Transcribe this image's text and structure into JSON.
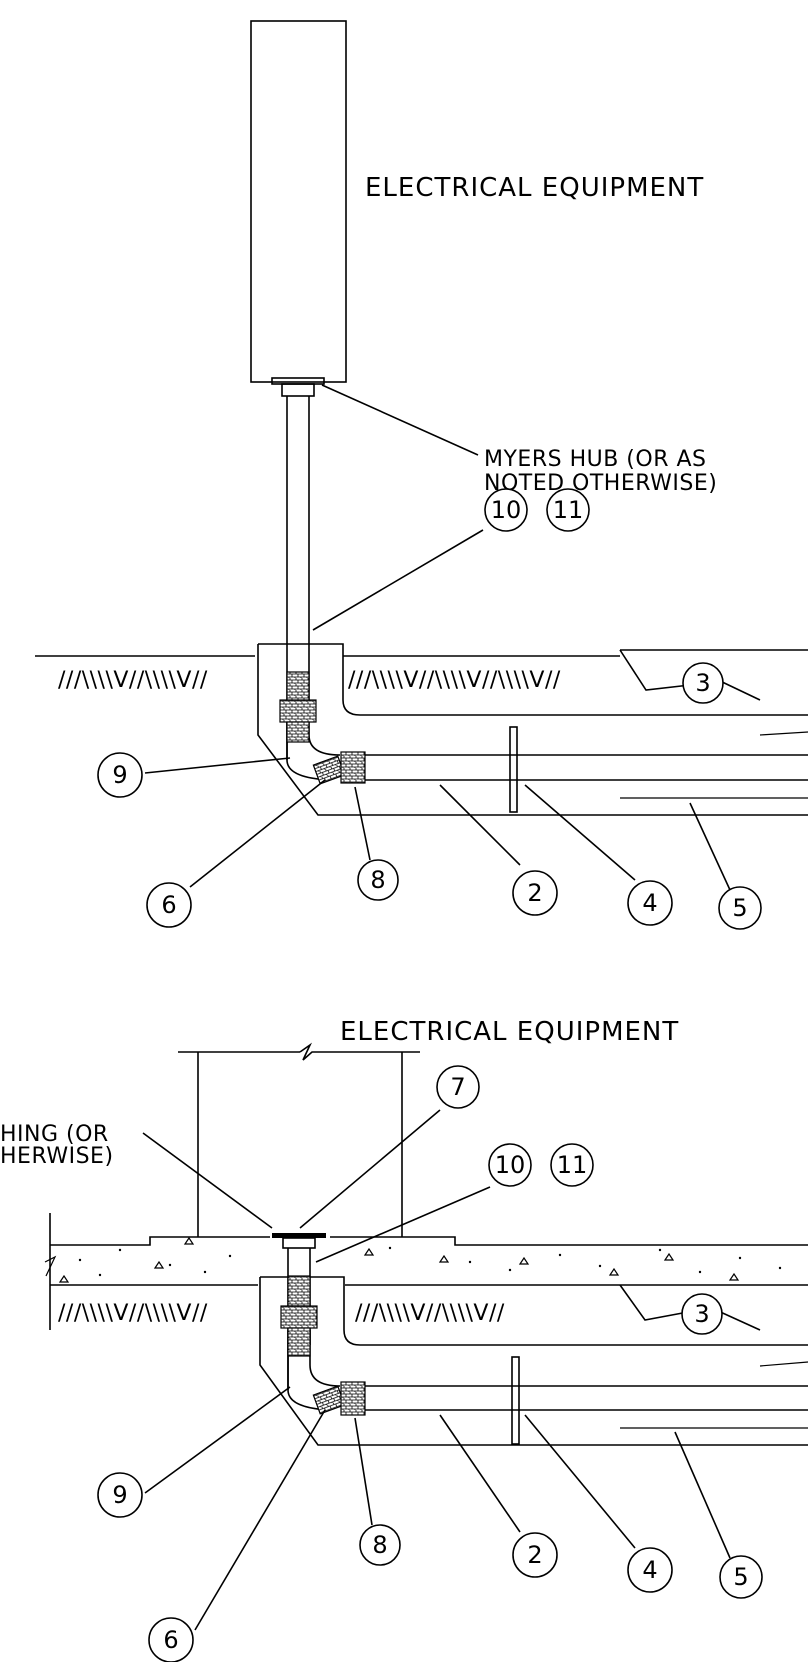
{
  "top": {
    "equipment_label": "ELECTRICAL EQUIPMENT",
    "hub_label_line1": "MYERS HUB (OR AS",
    "hub_label_line2": "NOTED OTHERWISE)"
  },
  "bottom": {
    "equipment_label": "ELECTRICAL EQUIPMENT",
    "bushing_label_line1": "HING (OR",
    "bushing_label_line2": "HERWISE)"
  },
  "callouts": {
    "n2": "2",
    "n3": "3",
    "n4": "4",
    "n5": "5",
    "n6": "6",
    "n7": "7",
    "n8": "8",
    "n9": "9",
    "n10": "10",
    "n11": "11"
  }
}
